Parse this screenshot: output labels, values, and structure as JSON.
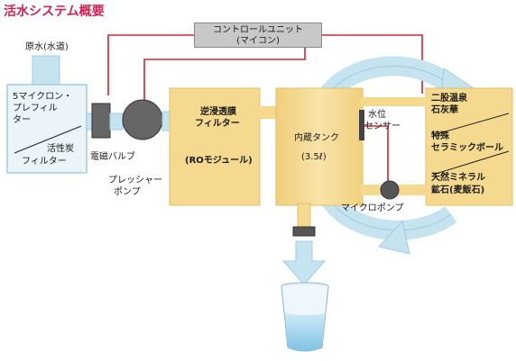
{
  "title": "活水システム概要",
  "controller": {
    "line1": "コントロールユニット",
    "line2": "(マイコン)"
  },
  "source_water": "原水(水道)",
  "prefilter": {
    "line1": "5マイクロン・",
    "line2": "プレフィル",
    "line3": "ター",
    "carbon1": "活性炭",
    "carbon2": "フィルター"
  },
  "solenoid_valve": "電磁バルブ",
  "pressure_pump": {
    "line1": "プレッシャー",
    "line2": "ポンプ"
  },
  "ro_filter": {
    "line1": "逆浸透膜",
    "line2": "フィルター",
    "module": "(ROモジュール)"
  },
  "tank": {
    "name": "内蔵タンク",
    "capacity": "(3.5ℓ)"
  },
  "level_sensor": {
    "line1": "水位",
    "line2": "センサー"
  },
  "micro_pump": "マイクロポンプ",
  "minerals": {
    "item1_line1": "二股温泉",
    "item1_line2": "石灰華",
    "item2_line1": "特殊",
    "item2_line2": "セラミックボール",
    "item3_line1": "天然ミネラル",
    "item3_line2": "鉱石(麦飯石)"
  },
  "colors": {
    "accent_title": "#d6204f",
    "control_wire": "#d9232e",
    "cream_block": "#f5d98f",
    "water_flow": "#c6e3f0"
  }
}
